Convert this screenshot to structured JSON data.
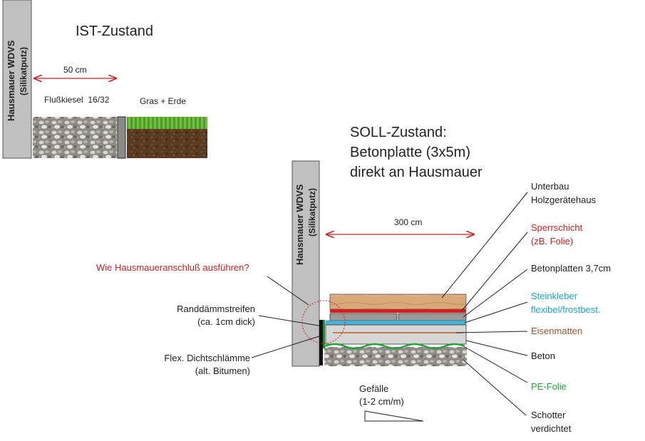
{
  "ist": {
    "title": "IST-Zustand",
    "wall_label_1": "Hausmauer WDVS",
    "wall_label_2": "(Silikatputz)",
    "dimension": "50 cm",
    "gravel_label": "Flußkiesel  16/32",
    "grass_label": "Gras + Erde"
  },
  "soll": {
    "title_1": "SOLL-Zustand:",
    "title_2": "Betonplatte (3x5m)",
    "title_3": "direkt an Hausmauer",
    "wall_label_1": "Hausmauer WDVS",
    "wall_label_2": "(Silikatputz)",
    "dimension": "300 cm",
    "question": "Wie Hausmaueranschluß ausführen?",
    "left_labels": {
      "rand_1": "Randdämmstreifen",
      "rand_2": "(ca. 1cm dick)",
      "dicht_1": "Flex. Dichtschlämme",
      "dicht_2": "(alt. Bitumen)"
    },
    "slope_1": "Gefälle",
    "slope_2": "(1-2 cm/m)",
    "layers": [
      {
        "line1": "Unterbau",
        "line2": "Holzgerätehaus",
        "color": "#222222"
      },
      {
        "line1": "Sperrschicht",
        "line2": "(zB. Folie)",
        "color": "#cc2222"
      },
      {
        "line1": "Betonplatten 3,7cm",
        "line2": "",
        "color": "#222222"
      },
      {
        "line1": "Steinkleber",
        "line2": "flexibel/frostbest.",
        "color": "#1aa3c9"
      },
      {
        "line1": "Eisenmatten",
        "line2": "",
        "color": "#a0522d"
      },
      {
        "line1": "Beton",
        "line2": "",
        "color": "#222222"
      },
      {
        "line1": "PE-Folie",
        "line2": "",
        "color": "#22a33a"
      },
      {
        "line1": "Schotter",
        "line2": "verdichtet",
        "color": "#222222"
      }
    ]
  },
  "colors": {
    "wall": "#c0c0c0",
    "wood": "#d9a878",
    "red_layer": "#d42020",
    "tile": "#9a9a9a",
    "adhesive": "#4bb3d6",
    "rebar": "#b5651d",
    "concrete": "#d6d6d6",
    "pe_foil": "#22a33a",
    "soil": "#5a3b22",
    "grass": "#6cbf3a",
    "dim_arrow": "#cc2222"
  }
}
